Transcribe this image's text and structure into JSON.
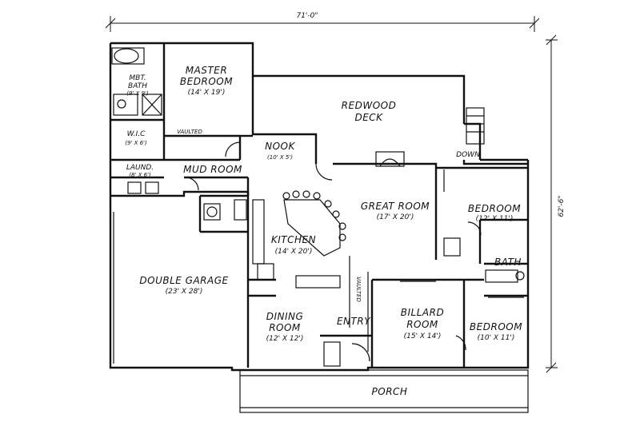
{
  "dimensions": {
    "width": "71'-0\"",
    "depth": "62'-6\""
  },
  "rooms": {
    "mbt_bath": {
      "name_line1": "MBT.",
      "name_line2": "BATH",
      "size": "(9' X 9')"
    },
    "master_bedroom": {
      "name_line1": "MASTER",
      "name_line2": "BEDROOM",
      "size": "(14' X 19')"
    },
    "redwood_deck": {
      "name_line1": "REDWOOD",
      "name_line2": "DECK"
    },
    "wic": {
      "name": "W.I.C",
      "size": "(9' X 6')"
    },
    "nook": {
      "name": "NOOK",
      "size": "(10' X 5')"
    },
    "laund": {
      "name": "LAUND.",
      "size": "(8' X 6')"
    },
    "mud_room": {
      "name": "MUD ROOM"
    },
    "great_room": {
      "name": "GREAT ROOM",
      "size": "(17' X 20')"
    },
    "bedroom_upper": {
      "name": "BEDROOM",
      "size": "(12' X 11')"
    },
    "kitchen": {
      "name": "KITCHEN",
      "size": "(14' X 20')"
    },
    "bath": {
      "name": "BATH"
    },
    "double_garage": {
      "name": "DOUBLE GARAGE",
      "size": "(23' X 28')"
    },
    "dining_room": {
      "name_line1": "DINING",
      "name_line2": "ROOM",
      "size": "(12' X 12')"
    },
    "entry": {
      "name": "ENTRY"
    },
    "billard_room": {
      "name_line1": "BILLARD",
      "name_line2": "ROOM",
      "size": "(15' X 14')"
    },
    "bedroom_lower": {
      "name": "BEDROOM",
      "size": "(10' X 11')"
    },
    "porch": {
      "name": "PORCH"
    }
  },
  "notes": {
    "vaulted_master": "VAULTED",
    "vaulted_great": "VAULTED",
    "down": "DOWN"
  }
}
